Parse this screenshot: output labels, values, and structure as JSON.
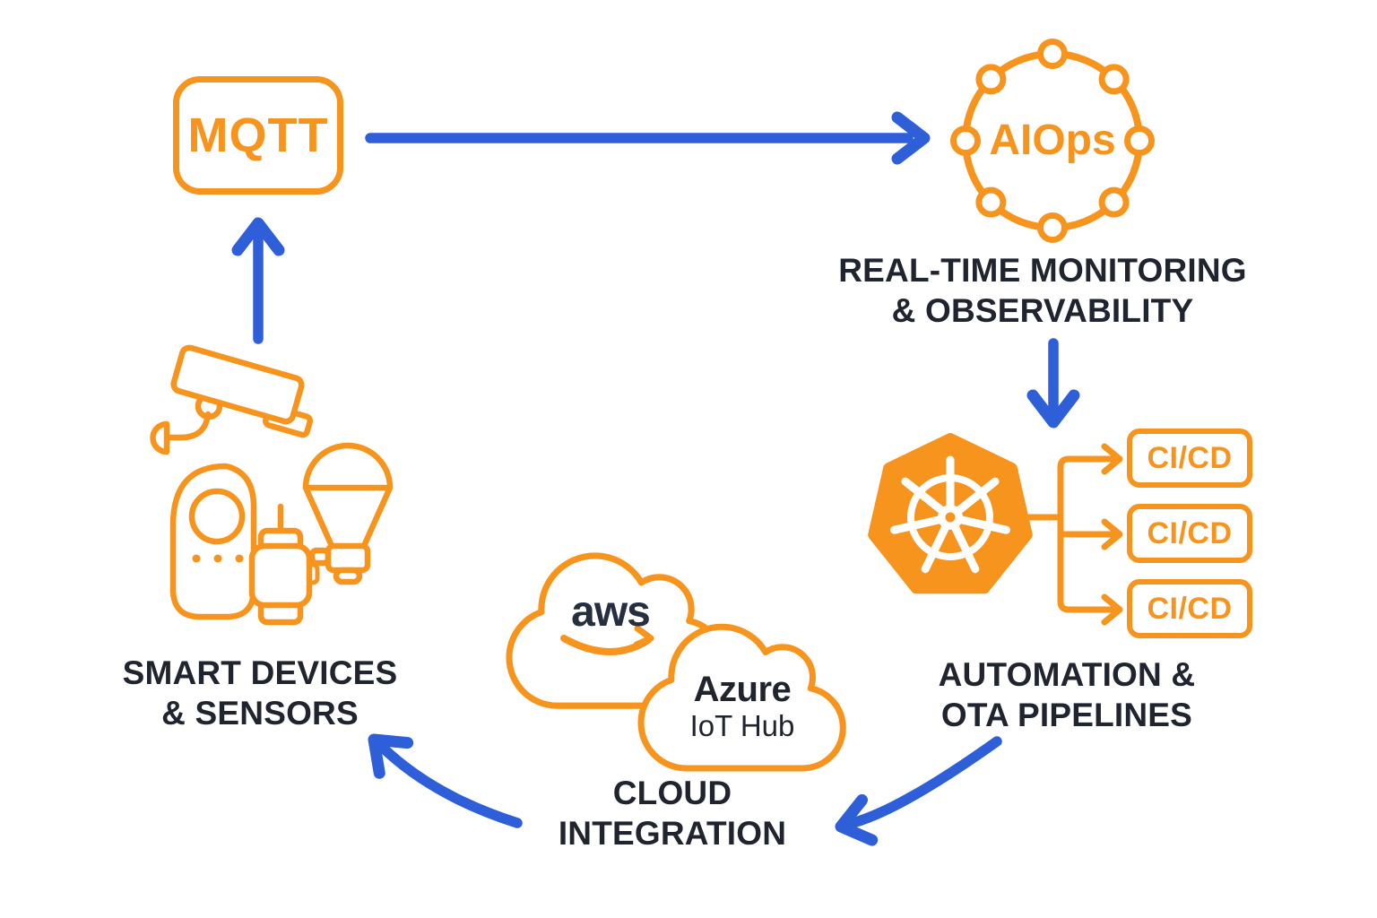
{
  "colors": {
    "orange": "#F7941E",
    "blue": "#2E5FD9",
    "dark_text": "#20242E",
    "aws_text": "#252F3E",
    "background": "#FFFFFF"
  },
  "mqtt": {
    "label": "MQTT"
  },
  "aiops": {
    "label": "AIOps",
    "caption": {
      "line1": "REAL-TIME MONITORING",
      "line2": "& OBSERVABILITY"
    }
  },
  "automation": {
    "cicd": [
      "CI/CD",
      "CI/CD",
      "CI/CD"
    ],
    "caption": {
      "line1": "AUTOMATION &",
      "line2": "OTA PIPELINES"
    }
  },
  "cloud": {
    "aws_label": "aws",
    "azure_label": "Azure",
    "azure_sublabel": "IoT Hub",
    "caption": {
      "line1": "CLOUD",
      "line2": "INTEGRATION"
    }
  },
  "devices": {
    "caption": {
      "line1": "SMART DEVICES",
      "line2": "& SENSORS"
    }
  },
  "icons": {
    "aiops-network-icon": "circle-with-8-ring-nodes",
    "kubernetes-icon": "orange-heptagon-helm-wheel",
    "aws-cloud-icon": "orange-cloud-outline",
    "azure-cloud-icon": "orange-cloud-outline",
    "aws-smile-arrow-icon": "orange-smile-swoosh",
    "security-camera-icon": "cctv-outline",
    "smart-bulb-icon": "lightbulb-outline",
    "smart-speaker-icon": "rounded-speaker-outline",
    "smart-watch-icon": "smartwatch-outline",
    "flow-arrow": "blue-rounded-arrow"
  }
}
